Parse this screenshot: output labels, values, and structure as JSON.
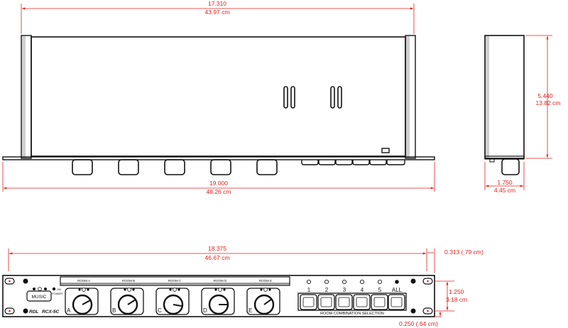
{
  "dimensions": {
    "top_width": {
      "in": "17.310",
      "cm": "43.97 cm"
    },
    "top_overall": {
      "in": "19.000",
      "cm": "48.26 cm"
    },
    "side_height": {
      "in": "5.440",
      "cm": "13.82 cm"
    },
    "side_depth": {
      "in": "1.750",
      "cm": "4.45 cm"
    },
    "front_width": {
      "in": "18.375",
      "cm": "46.67 cm"
    },
    "front_right": "0.313 (.79 cm)",
    "front_height": {
      "in": "1.250",
      "cm": "3.18 cm"
    },
    "front_bottom": "0.250 (.64 cm)"
  },
  "panel": {
    "brand": "RDL",
    "model": "RCX-5C",
    "music_label": "MUSIC",
    "power_label": "POWER",
    "on_label": "ON",
    "selection_label": "ROOM COMBINATION SELECTION",
    "all_label": "ALL",
    "rooms": [
      {
        "header": "ROOM A",
        "knob": "A"
      },
      {
        "header": "ROOM B",
        "knob": "B"
      },
      {
        "header": "ROOM C",
        "knob": "C"
      },
      {
        "header": "ROOM D",
        "knob": "D"
      },
      {
        "header": "ROOM E",
        "knob": "E"
      }
    ],
    "selection_numbers": [
      "1",
      "2",
      "3",
      "4",
      "5"
    ]
  }
}
